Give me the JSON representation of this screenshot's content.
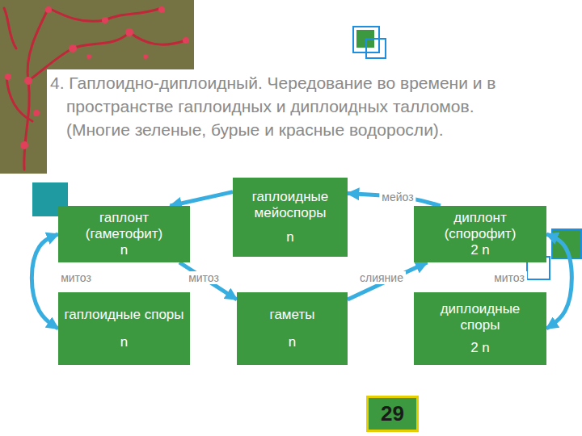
{
  "diagram": {
    "title": "4. Гаплоидно-диплоидный. Чередование во времени и в пространстве гаплоидных и диплоидных талломов. (Многие зеленые, бурые и красные водоросли).",
    "nodes": [
      {
        "text": [
          "гаплоидные мейоспоры",
          "n"
        ]
      },
      {
        "text": [
          "гаплонт (гаметофит)",
          "n"
        ]
      },
      {
        "text": [
          "диплонт (спорофит)",
          "2 n"
        ]
      },
      {
        "text": [
          "гаплоидные споры",
          "n"
        ]
      },
      {
        "text": [
          "гаметы",
          "n"
        ]
      },
      {
        "text": [
          "диплоидные споры",
          "2 n"
        ]
      },
      {
        "text": [
          "29"
        ]
      }
    ],
    "edges": [
      {
        "from": 2,
        "to": 0,
        "arrow": "to",
        "label": "мейоз"
      },
      {
        "from": 0,
        "to": 1,
        "arrow": "to"
      },
      {
        "from": 1,
        "to": 4,
        "arrow": "to",
        "label": "митоз"
      },
      {
        "from": 4,
        "to": 2,
        "arrow": "to",
        "label": "слияние"
      },
      {
        "from": 1,
        "to": 3,
        "arrow": "both",
        "label": "митоз"
      },
      {
        "from": 2,
        "to": 5,
        "arrow": "both",
        "label": "митоз"
      }
    ]
  }
}
